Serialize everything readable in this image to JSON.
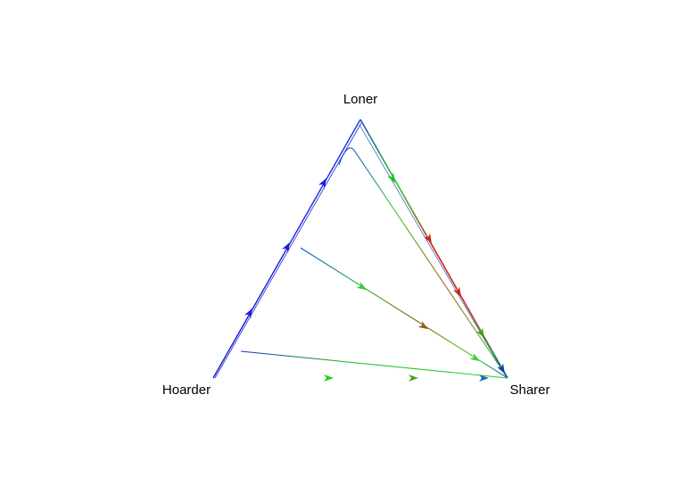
{
  "simplex": {
    "vertices": {
      "top": "Loner",
      "left": "Hoarder",
      "right": "Sharer"
    }
  },
  "trajectories": [
    {
      "id": "edge-left",
      "from": "Hoarder",
      "to": "Loner",
      "color": "#1a1ad8"
    },
    {
      "id": "edge-right",
      "from": "Loner",
      "to": "Sharer",
      "color": "#cc3a12"
    },
    {
      "id": "edge-bottom",
      "from": "Hoarder",
      "to": "Sharer",
      "color": "#2aa020"
    },
    {
      "id": "interior-1",
      "from": "near Loner",
      "to": "Sharer",
      "color": "#4a8a30"
    },
    {
      "id": "interior-2",
      "from": "interior",
      "to": "Sharer",
      "color": "#5a7a20"
    },
    {
      "id": "interior-3",
      "from": "near Hoarder",
      "to": "Sharer",
      "color": "#30c030"
    }
  ]
}
